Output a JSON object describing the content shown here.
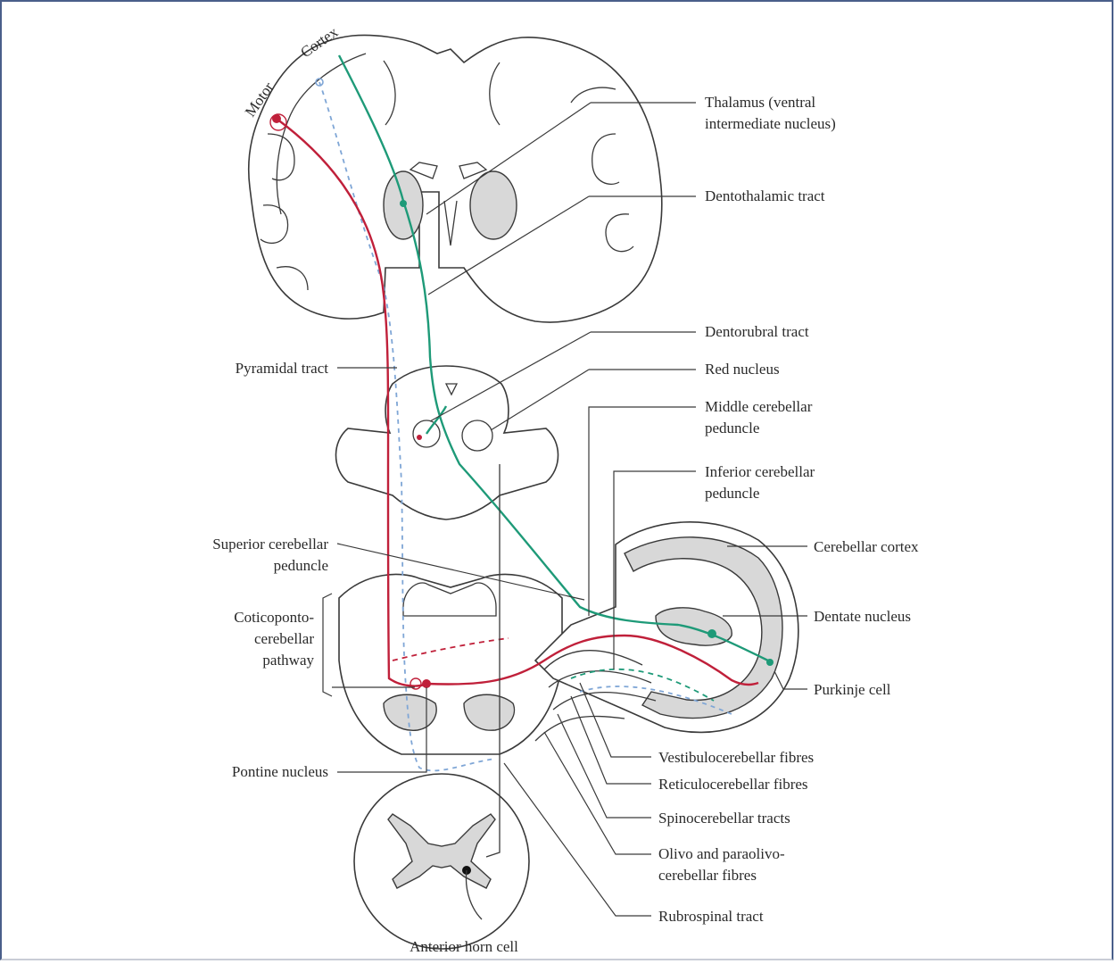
{
  "labels": {
    "motor": "Motor",
    "cortex": "Cortex",
    "thalamus_line1": "Thalamus (ventral",
    "thalamus_line2": "intermediate nucleus)",
    "dentothalamic": "Dentothalamic tract",
    "dentorubral": "Dentorubral tract",
    "red_nucleus": "Red nucleus",
    "middle_ped_line1": "Middle cerebellar",
    "middle_ped_line2": "peduncle",
    "inferior_ped_line1": "Inferior cerebellar",
    "inferior_ped_line2": "peduncle",
    "cerebellar_cortex": "Cerebellar cortex",
    "dentate_nucleus": "Dentate nucleus",
    "purkinje_cell": "Purkinje cell",
    "pyramidal_tract": "Pyramidal tract",
    "superior_ped_line1": "Superior cerebellar",
    "superior_ped_line2": "peduncle",
    "corticoponto_line1": "Coticoponto-",
    "corticoponto_line2": "cerebellar",
    "corticoponto_line3": "pathway",
    "pontine_nucleus": "Pontine nucleus",
    "vestibulocerebellar": "Vestibulocerebellar fibres",
    "reticulocerebellar": "Reticulocerebellar fibres",
    "spinocerebellar": "Spinocerebellar tracts",
    "olivo_line1": "Olivo and paraolivo-",
    "olivo_line2": "cerebellar fibres",
    "rubrospinal": "Rubrospinal tract",
    "anterior_horn": "Anterior horn cell"
  },
  "colors": {
    "motor_pathway": "#c0203a",
    "cerebellar_output": "#1e9a78",
    "cortex_dashed": "#7fa6d6"
  }
}
